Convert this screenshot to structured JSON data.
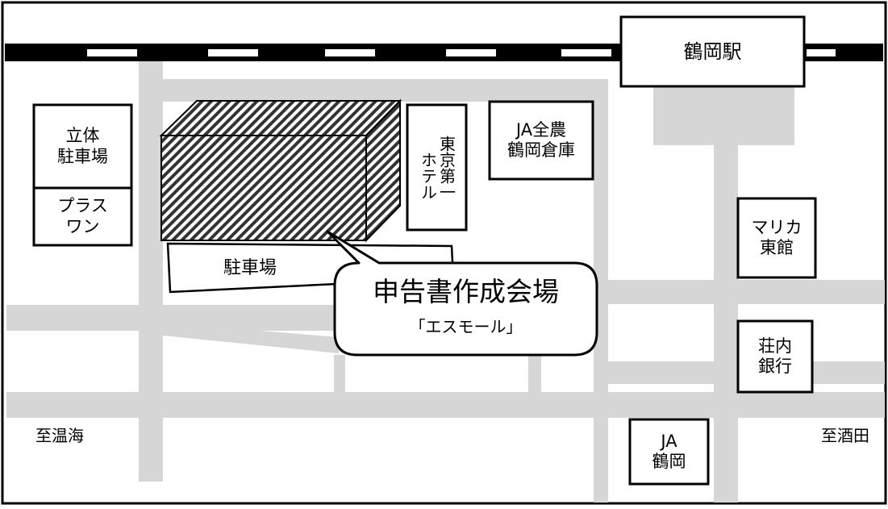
{
  "map": {
    "station": "鶴岡駅",
    "buildings": {
      "rittai": "立体\n駐車場",
      "plaza": "プラス\nワン",
      "hotel_col1": "東京第一",
      "hotel_col2": "ホテル",
      "ja_warehouse": "JA全農\n鶴岡倉庫",
      "parking": "駐車場",
      "marika": "マリカ\n東館",
      "shonai": "荘内\n銀行",
      "ja_tsuruoka": "JA\n鶴岡"
    },
    "venue": {
      "name": "申告書作成会場",
      "subname": "「エスモール」"
    },
    "directions": {
      "west": "至温海",
      "east": "至酒田"
    }
  }
}
